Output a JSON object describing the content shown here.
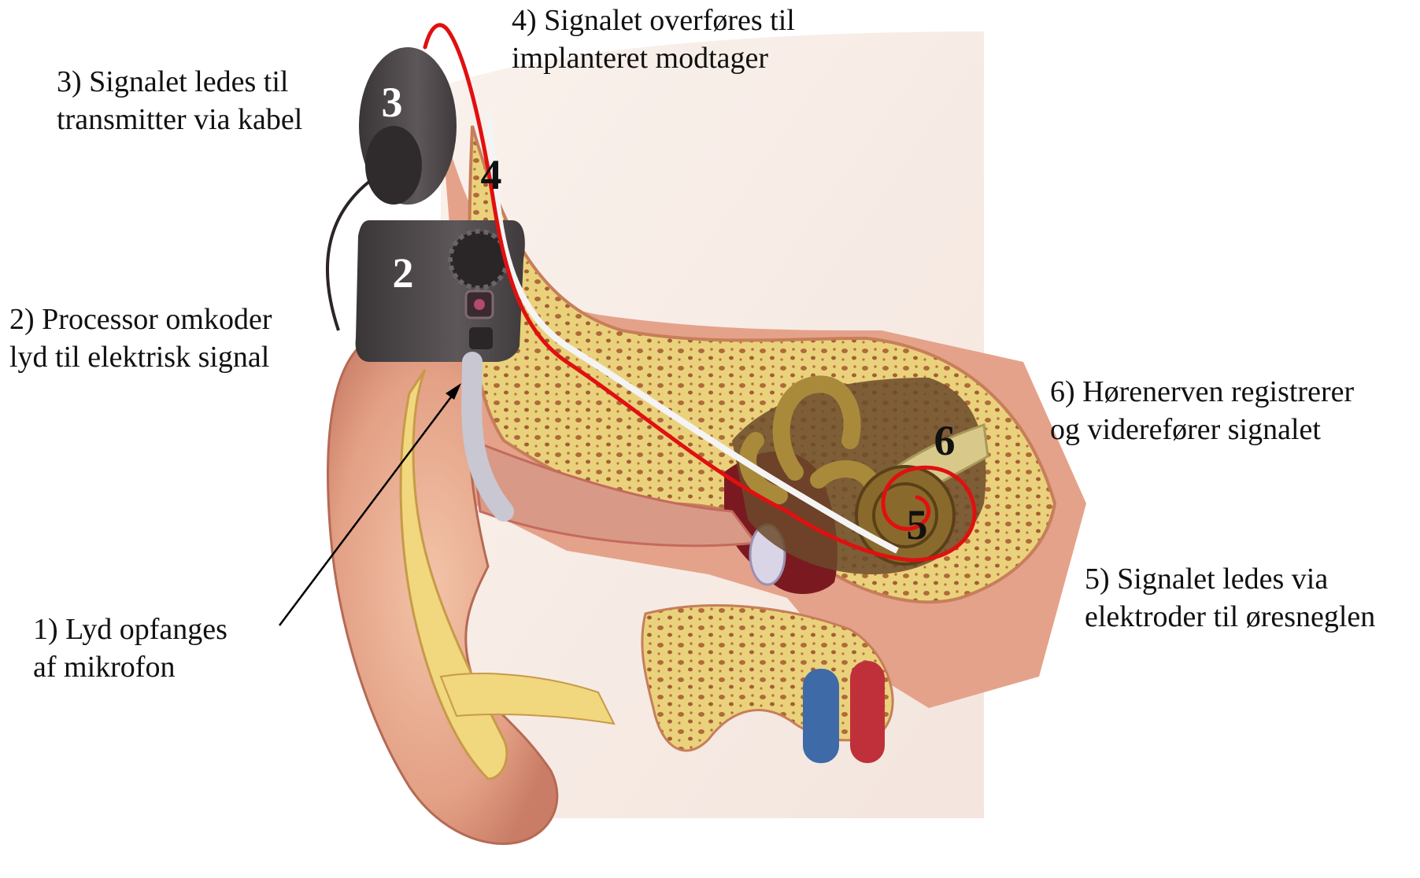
{
  "captions": {
    "step1": {
      "line1": "1)  Lyd opfanges",
      "line2": "af mikrofon"
    },
    "step2": {
      "line1": "2) Processor omkoder",
      "line2": "lyd til elektrisk signal"
    },
    "step3": {
      "line1": "3)  Signalet ledes til",
      "line2": "transmitter via kabel"
    },
    "step4": {
      "line1": "4)  Signalet overføres til",
      "line2": "implanteret modtager"
    },
    "step5": {
      "line1": "5) Signalet ledes via",
      "line2": "elektroder til øresneglen"
    },
    "step6": {
      "line1": "6) Hørenerven registrerer",
      "line2": "og viderefører signalet"
    }
  },
  "markers": {
    "m2": "2",
    "m3": "3",
    "m4": "4",
    "m5": "5",
    "m6": "6"
  },
  "colors": {
    "signal_path": "#e01010",
    "skin": "#e8a98a",
    "bone": "#e9d27a",
    "device": "#4a4446"
  }
}
